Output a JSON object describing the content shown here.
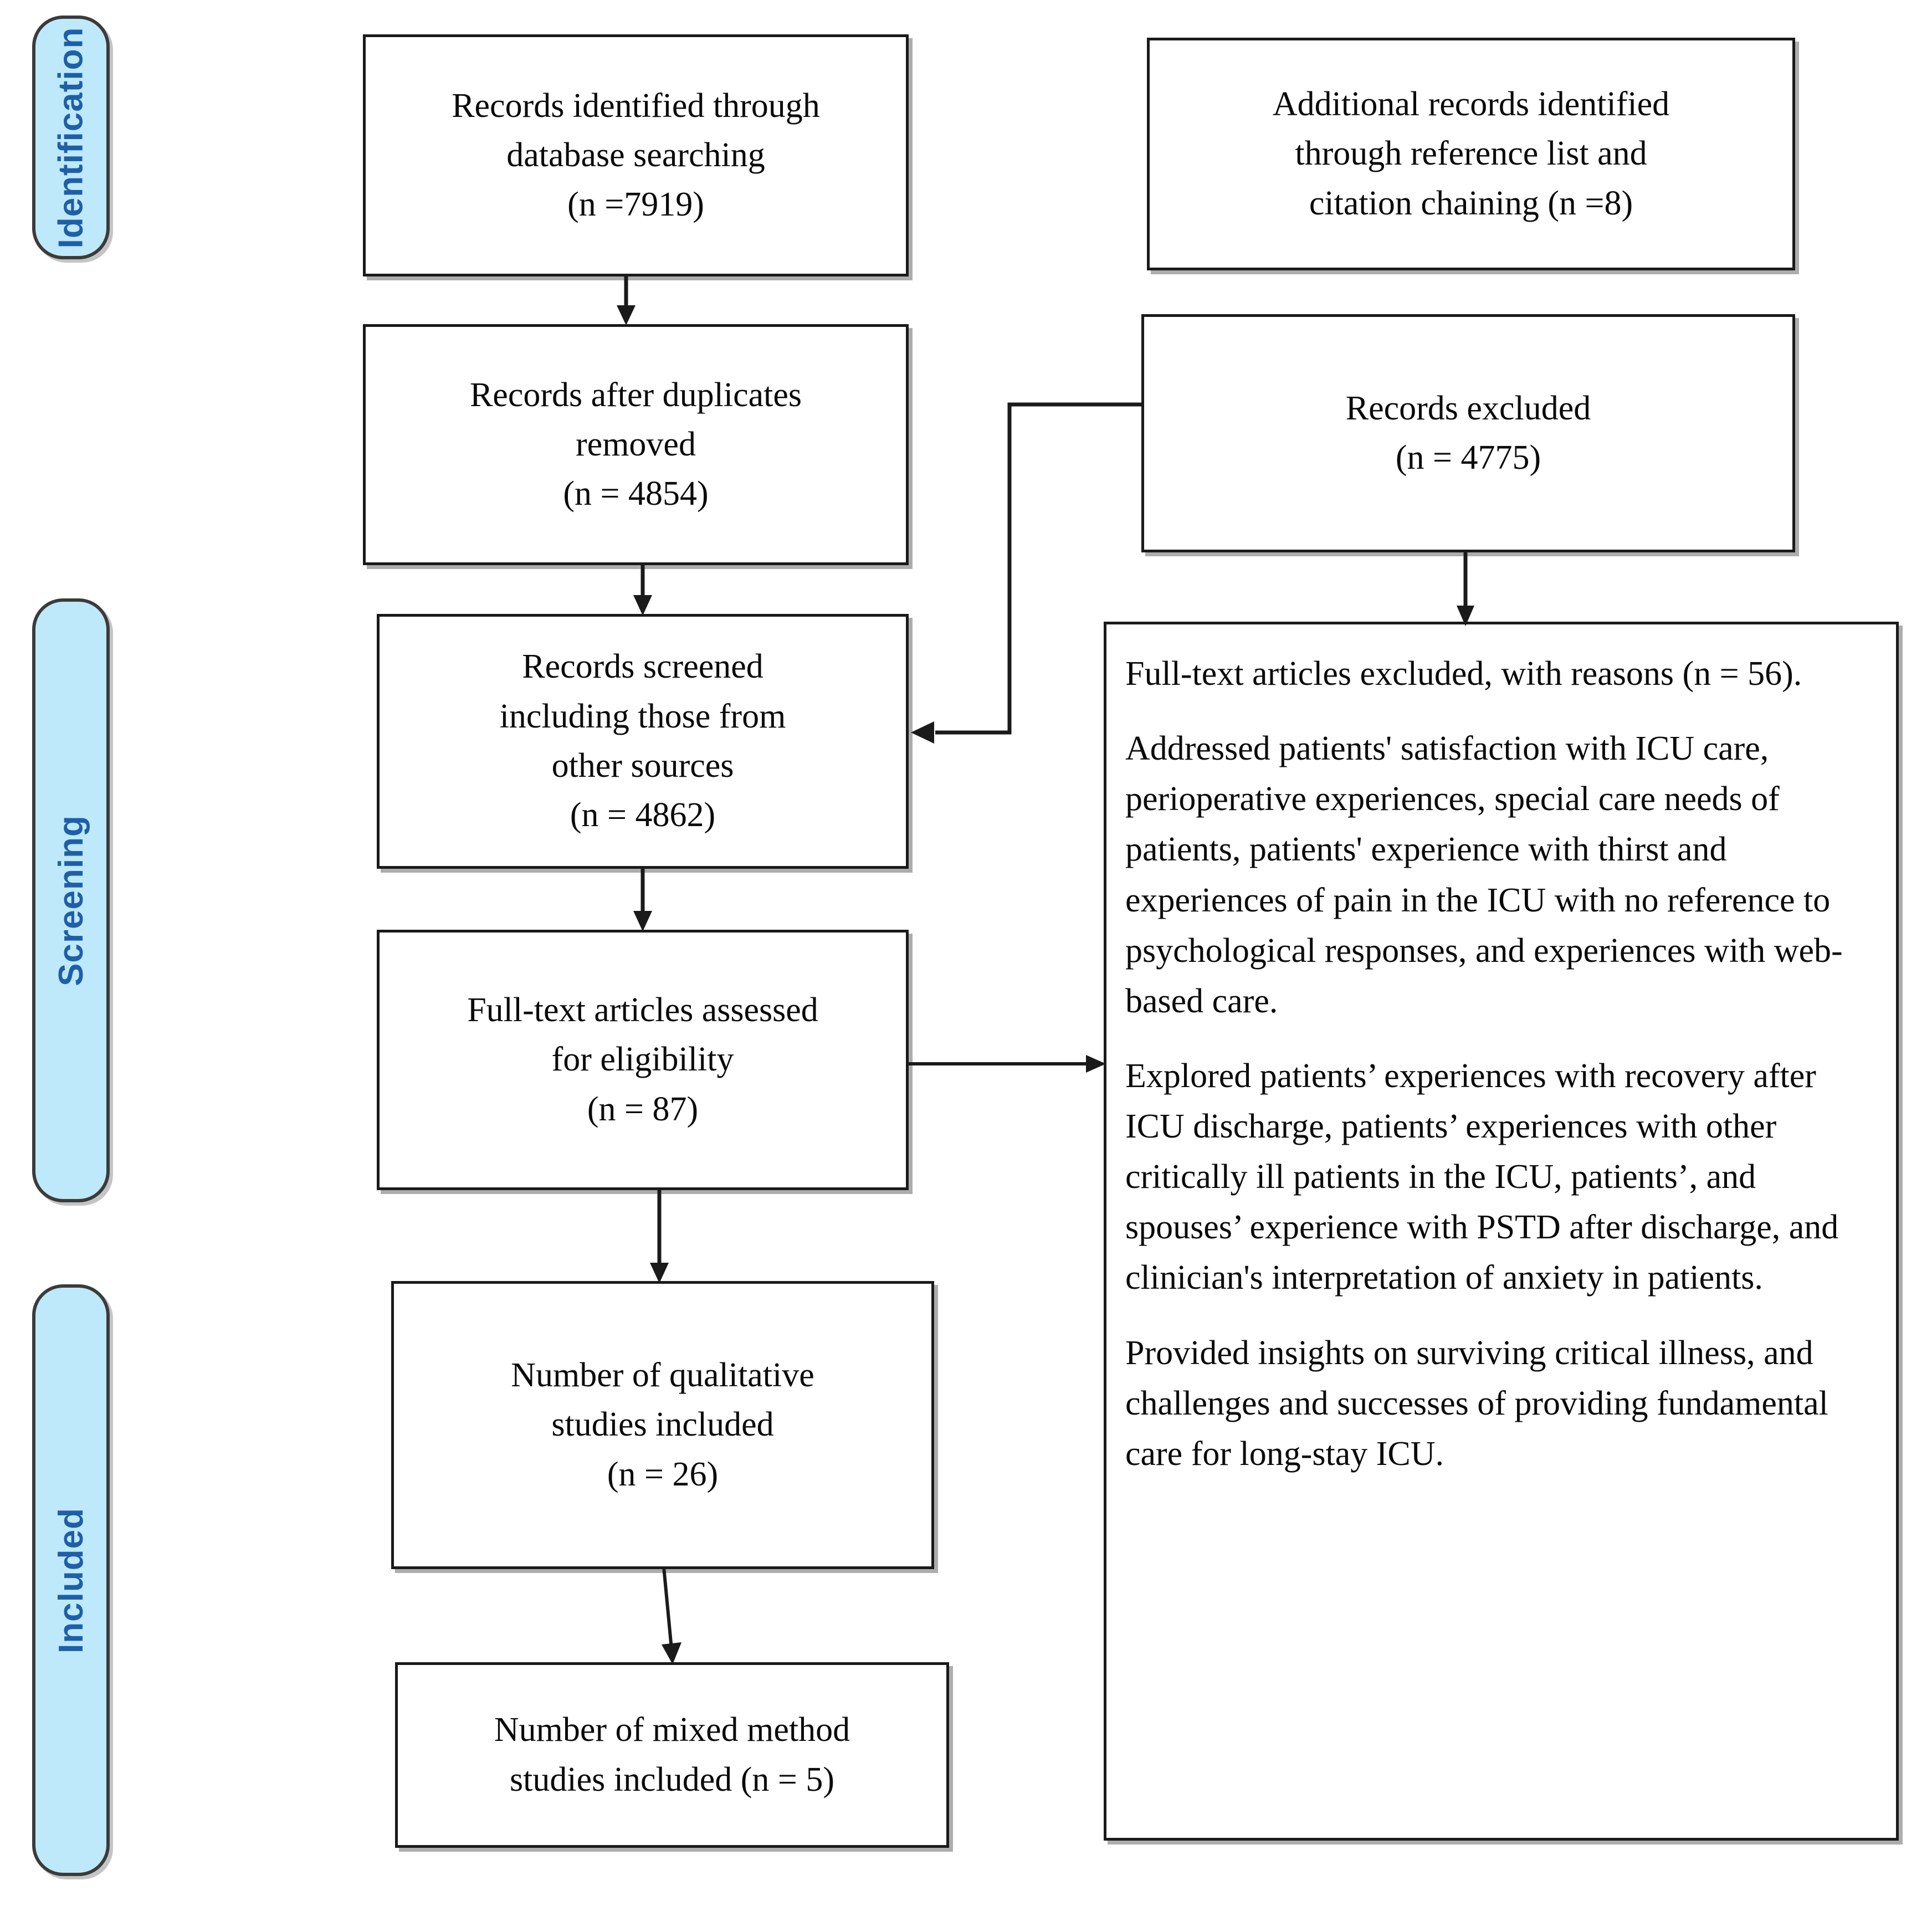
{
  "diagram": {
    "type": "prisma-flow-diagram",
    "phases": [
      {
        "id": "identification",
        "label": "Identification"
      },
      {
        "id": "screening",
        "label": "Screening"
      },
      {
        "id": "included",
        "label": "Included"
      }
    ],
    "boxes": {
      "records_identified": "Records identified through\ndatabase searching\n(n =7919)",
      "additional_records": "Additional records identified\nthrough reference list and\ncitation chaining (n =8)",
      "records_after_duplicates": "Records after duplicates\nremoved\n(n = 4854)",
      "records_excluded": "Records excluded\n(n = 4775)",
      "records_screened": "Records screened\nincluding those from\nother sources\n(n = 4862)",
      "fulltext_assessed": "Full-text articles assessed\nfor eligibility\n(n = 87)",
      "qualitative_included": "Number of qualitative\nstudies included\n(n = 26)",
      "mixed_method_included": "Number of mixed method\nstudies included (n = 5)"
    },
    "exclusion_panel": {
      "heading": "Full-text articles excluded, with reasons (n = 56).",
      "paragraphs": [
        " Addressed patients' satisfaction with ICU care, perioperative experiences, special care needs of patients, patients' experience with thirst and experiences of pain in the ICU with no reference to psychological responses, and experiences with web-based care.",
        "Explored patients’ experiences with recovery after ICU discharge, patients’ experiences with other critically ill patients in the ICU, patients’, and spouses’ experience with PSTD after discharge, and clinician's interpretation of anxiety in patients.",
        "Provided insights on surviving critical illness, and challenges and successes of providing fundamental care for long-stay ICU."
      ]
    },
    "counts": {
      "records_identified_n": 7919,
      "additional_records_n": 8,
      "records_after_duplicates_n": 4854,
      "records_excluded_n": 4775,
      "records_screened_n": 4862,
      "fulltext_assessed_n": 87,
      "fulltext_excluded_n": 56,
      "qualitative_included_n": 26,
      "mixed_method_included_n": 5
    },
    "colors": {
      "phase_fill": "#BEE9FB",
      "phase_border": "#3b3b3b",
      "phase_text": "#1F5FA8",
      "box_border": "#1a1a1a",
      "box_fill": "#ffffff",
      "connector": "#1a1a1a"
    }
  }
}
